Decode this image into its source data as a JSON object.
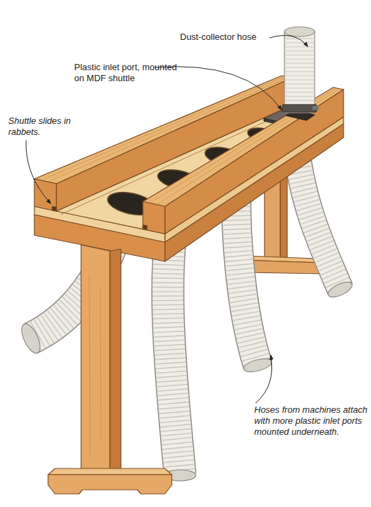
{
  "diagram": {
    "labels": [
      "Dust-collector hose",
      "Plastic inlet port, mounted on MDF shuttle",
      "Shuttle slides in rabbets.",
      "Hoses from machines attach with more plastic inlet ports mounted underneath."
    ]
  }
}
